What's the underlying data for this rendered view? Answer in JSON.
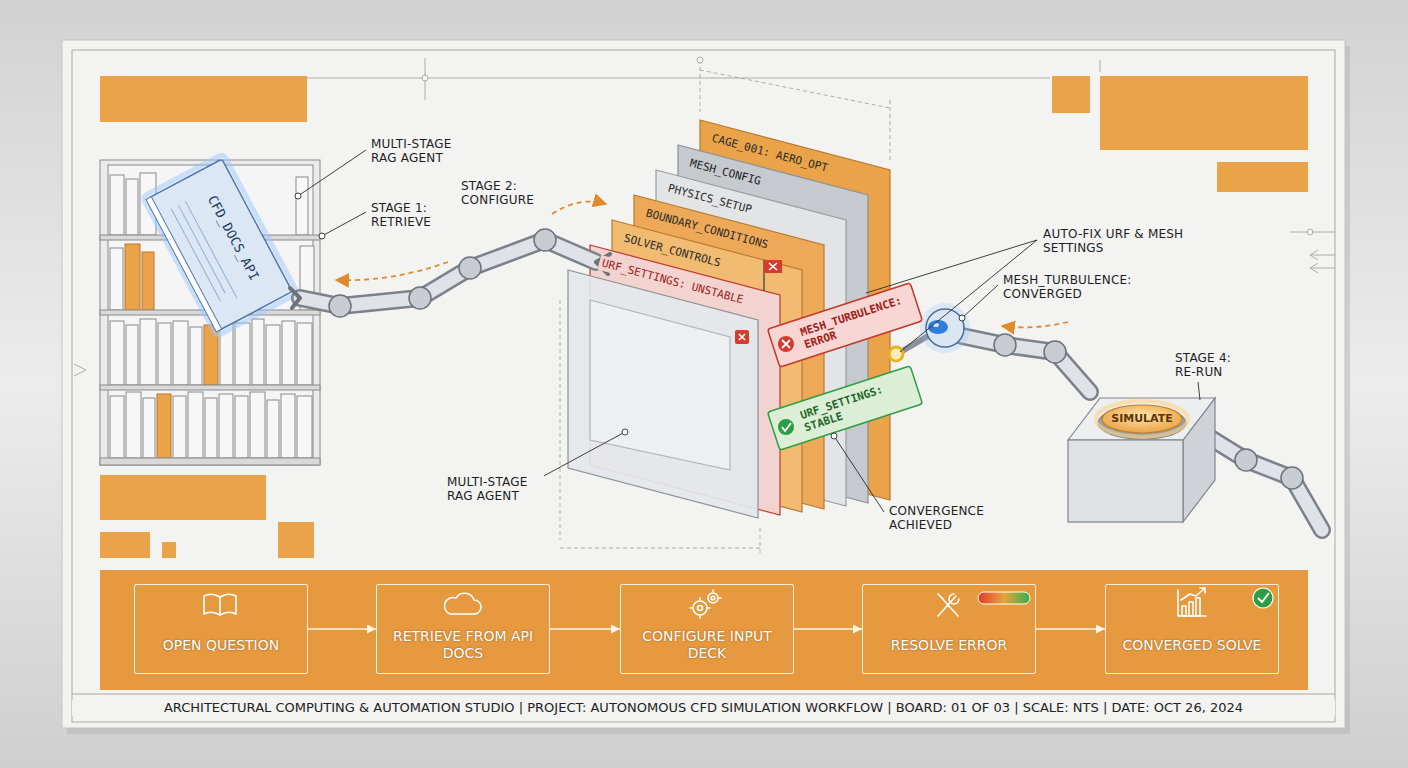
{
  "diagram": {
    "nodes": [
      {
        "text": [
          "OPEN QUESTION"
        ]
      },
      {
        "text": [
          "RETRIEVE FROM API DOCS"
        ]
      },
      {
        "text": [
          "CONFIGURE INPUT DECK"
        ]
      },
      {
        "text": [
          "RESOLVE ERROR"
        ]
      },
      {
        "text": [
          "CONVERGED SOLVE"
        ]
      }
    ],
    "edges": [
      {
        "from": 0,
        "to": 1,
        "arrow": "to"
      },
      {
        "from": 1,
        "to": 2,
        "arrow": "to"
      },
      {
        "from": 2,
        "to": 3,
        "arrow": "to"
      },
      {
        "from": 3,
        "to": 4,
        "arrow": "to"
      }
    ],
    "labels": [
      "MULTI-STAGE RAG AGENT",
      "STAGE 1: RETRIEVE",
      "CFD_DOCS_API",
      "STAGE 2: CONFIGURE",
      "CAGE_001: AERO_OPT",
      "MESH_CONFIG",
      "PHYSICS_SETUP",
      "BOUNDARY_CONDITIONS",
      "SOLVER_CONTROLS",
      "URF_SETTINGS: UNSTABLE",
      "MESH_TURBULENCE: ERROR",
      "URF_SETTINGS: STABLE",
      "AUTO-FIX URF & MESH SETTINGS",
      "MESH_TURBULENCE: CONVERGED",
      "MULTI-STAGE RAG AGENT",
      "CONVERGENCE ACHIEVED",
      "STAGE 4: RE-RUN",
      "SIMULATE",
      "ARCHITECTURAL COMPUTING & AUTOMATION STUDIO | PROJECT: AUTONOMOUS CFD SIMULATION WORKFLOW | BOARD: 01 OF 03 | SCALE: NTS | DATE: OCT 26, 2024"
    ]
  }
}
